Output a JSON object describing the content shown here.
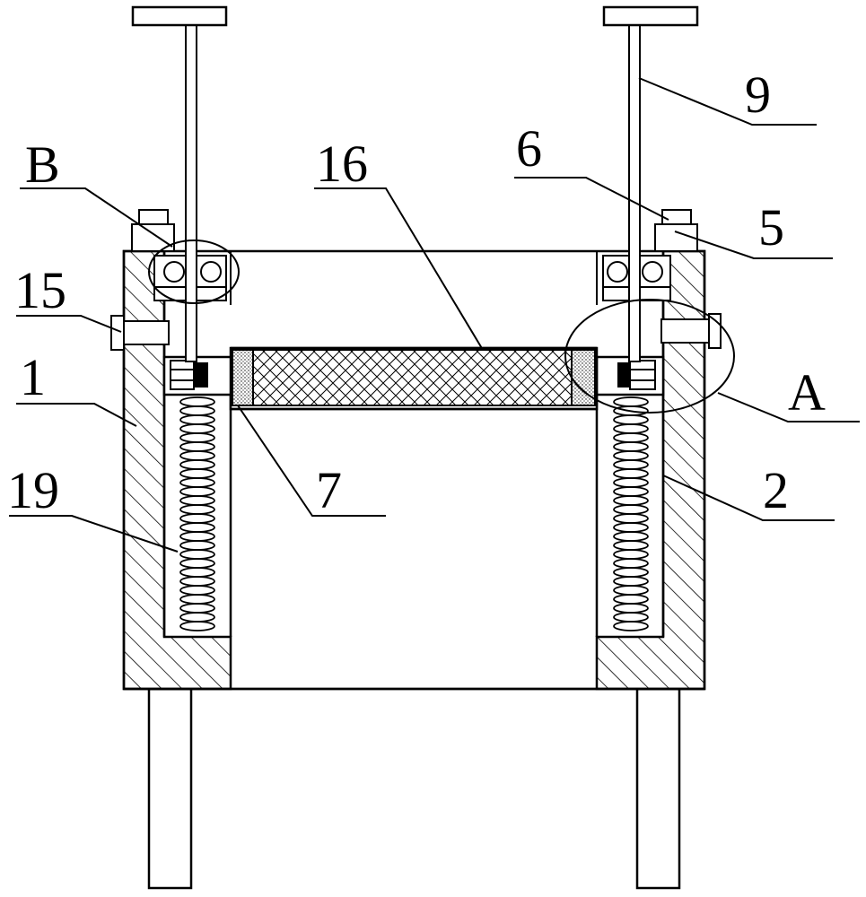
{
  "labels": {
    "b": "B",
    "n15": "15",
    "n1": "1",
    "n19": "19",
    "n16": "16",
    "n7": "7",
    "n6": "6",
    "n9": "9",
    "n5": "5",
    "a": "A",
    "n2": "2"
  }
}
